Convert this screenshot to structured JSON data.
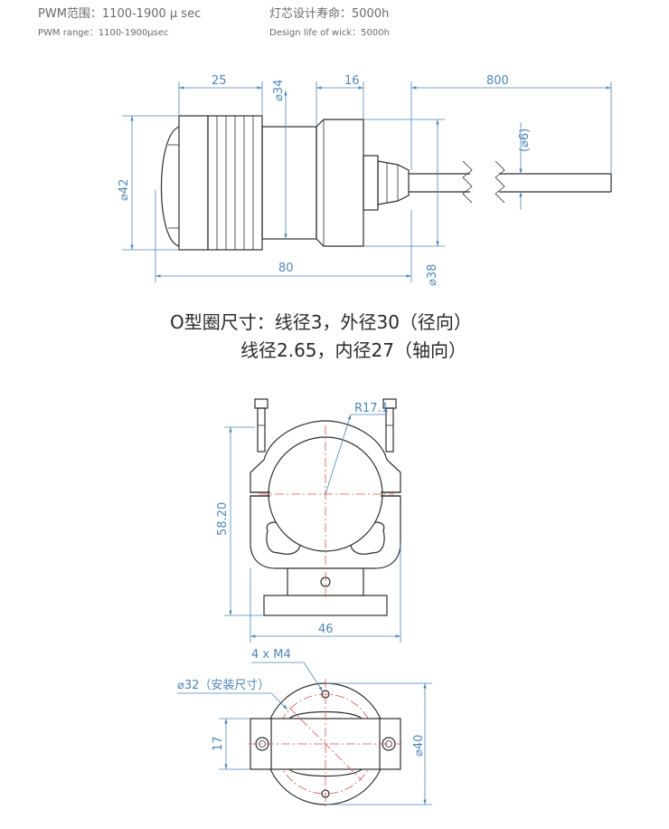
{
  "specs": {
    "pwm_cn": "PWM范围：1100-1900 µ sec",
    "pwm_en": "PWM range：1100-1900µsec",
    "life_cn": "灯芯设计寿命：5000h",
    "life_en": "Design life of wick：5000h"
  },
  "oring": {
    "line1": "O型圈尺寸：线径3，外径30（径向）",
    "line2": "线径2.65，内径27（轴向）"
  },
  "dims": {
    "d25": "25",
    "d34": "⌀34",
    "d16": "16",
    "d800": "800",
    "d6": "(⌀6)",
    "d42": "⌀42",
    "d80": "80",
    "d38": "⌀38",
    "r17": "R17.1",
    "h5820": "58.20",
    "w46": "46",
    "m4": "4 x  M4",
    "d32": "⌀32（安装尺寸）",
    "d17": "17",
    "d40": "⌀40"
  },
  "colors": {
    "line": "#2e2e2e",
    "dimension": "#4d86b8",
    "centerline": "#d9534f",
    "spec_text": "#6b6b6b"
  }
}
